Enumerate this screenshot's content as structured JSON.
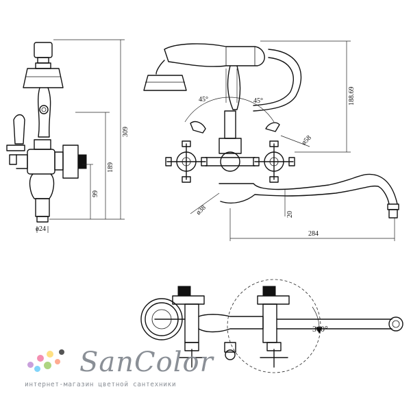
{
  "dimensions": {
    "side_height_total": "309",
    "side_height_mid": "189",
    "side_height_low": "99",
    "side_diameter": "ø24",
    "front_shower_height": "188.69",
    "front_angle_left": "45°",
    "front_angle_right": "45°",
    "front_handle_dia": "ø58",
    "front_body_dia": "ø38",
    "front_spout_height": "20",
    "front_spout_length": "284",
    "top_rotation": "360°"
  },
  "logo": {
    "wordmark": "SanColor",
    "tagline": "интернет-магазин цветной сантехники",
    "dot_colors": [
      "#c9a0dc",
      "#f48fb1",
      "#ffe082",
      "#81d4fa",
      "#aed581",
      "#ffab91",
      "#555555"
    ]
  }
}
